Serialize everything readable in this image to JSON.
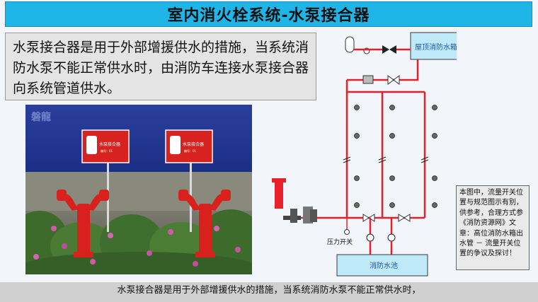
{
  "title": "室内消火栓系统-水泵接合器",
  "description": "水泵接合器是用于外部增援供水的措施，当系统消防水泵不能正常供水时，由消防车连接水泵接合器向系统管道供水。",
  "photo": {
    "brand": "磐龍",
    "sign_text": "水泵接合器",
    "sign_small": "编号：01"
  },
  "diagram": {
    "roof_tank_label": "屋顶消防水箱",
    "pressure_switch_label": "压力开关",
    "pool_label": "消防水池"
  },
  "note": "本图中，流量开关位置与规范图示有别，供参考，合理方式参《消防资源网》文章：高位消防水箱出水管 － 流量开关位置的争议及探讨！",
  "subtitle": "水泵接合器是用于外部增援供水的措施，当系统消防水泵不能正常供水时，",
  "colors": {
    "title_bg": "#1fb5e8",
    "pipe": "#e8202a",
    "tank": "#bfe8f8"
  }
}
